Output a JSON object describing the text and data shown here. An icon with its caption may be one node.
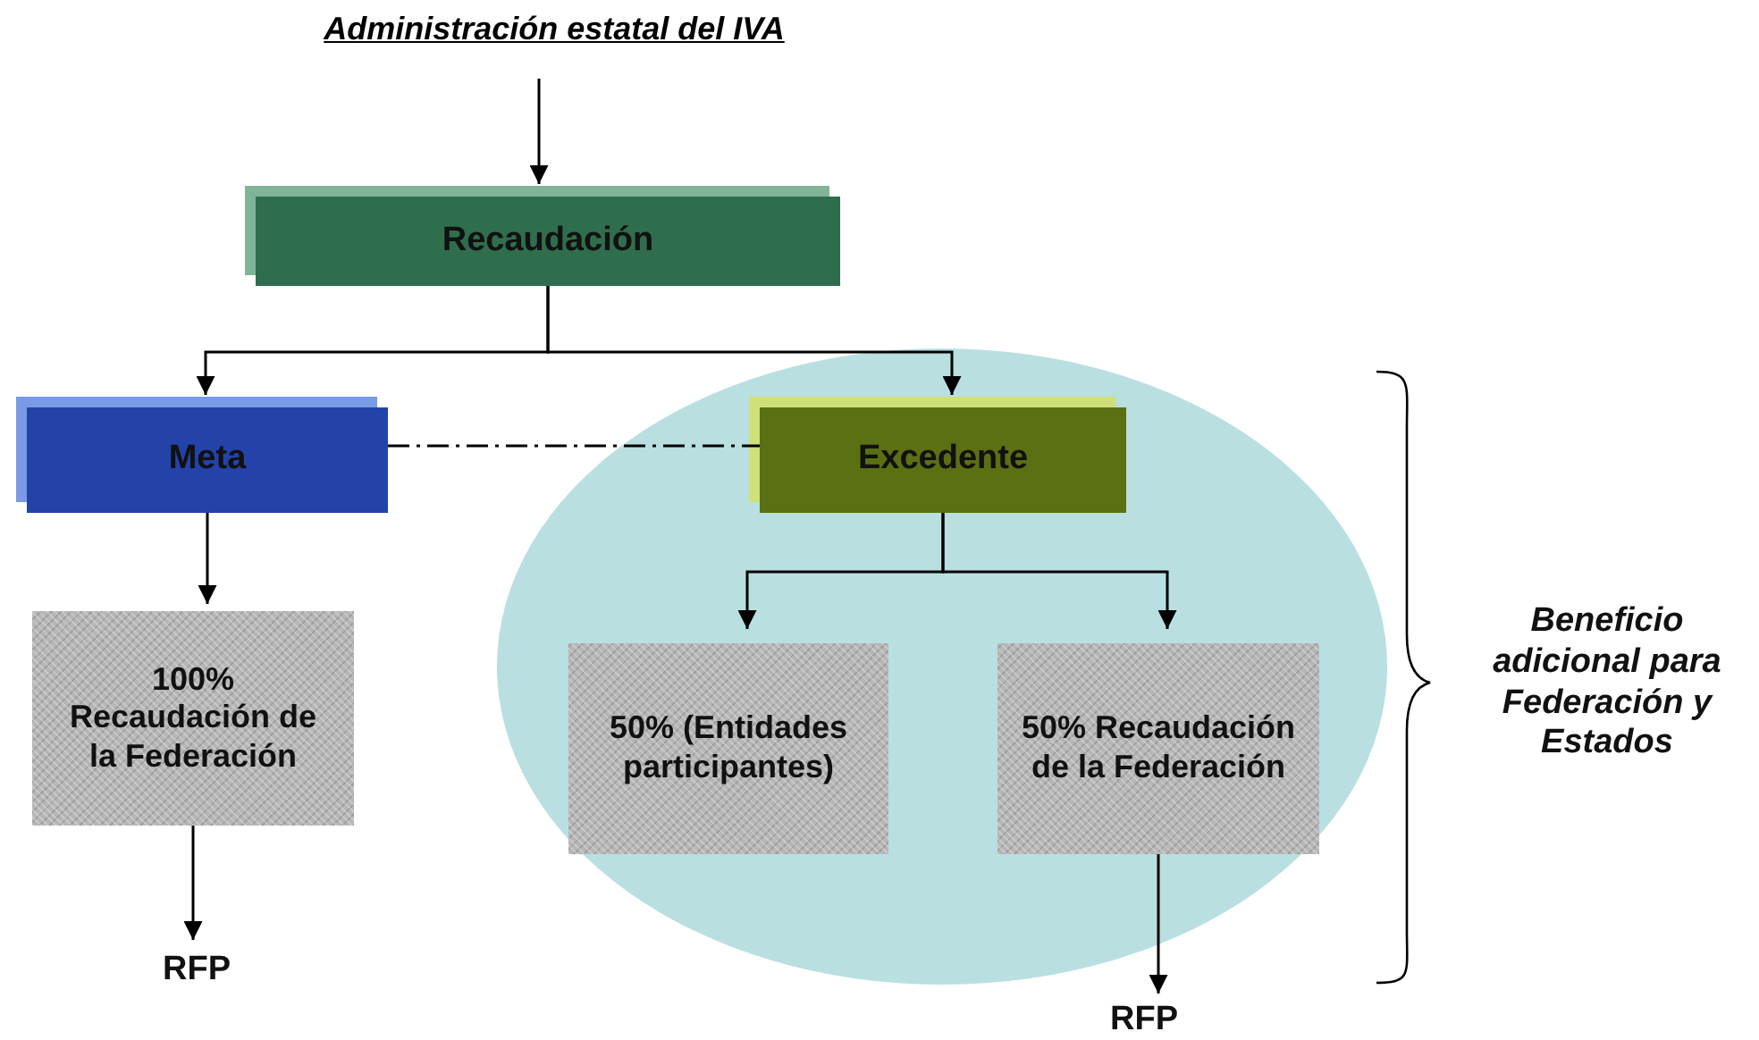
{
  "diagram": {
    "title": "Administración estatal del IVA",
    "nodes": [
      {
        "text": [
          "Recaudación"
        ]
      },
      {
        "text": [
          "Meta"
        ]
      },
      {
        "text": [],
        "shape": "ellipse"
      },
      {
        "text": [
          "Excedente"
        ],
        "in": 2
      },
      {
        "text": [
          "100% Recaudación de la Federación"
        ]
      },
      {
        "text": [
          "50% (Entidades participantes)"
        ],
        "in": 2
      },
      {
        "text": [
          "50% Recaudación de la Federación"
        ],
        "in": 2
      },
      {
        "text": [
          "RFP"
        ]
      },
      {
        "text": [
          "RFP"
        ]
      },
      {
        "text": [
          "Beneficio adicional para Federación y Estados"
        ]
      }
    ],
    "edges": [
      {
        "from": null,
        "to": 0,
        "arrow": "to"
      },
      {
        "from": 0,
        "to": 1,
        "arrow": "to"
      },
      {
        "from": 0,
        "to": 3,
        "arrow": "to"
      },
      {
        "from": 1,
        "to": 3,
        "arrow": "none",
        "style": "dashed"
      },
      {
        "from": 1,
        "to": 4,
        "arrow": "to"
      },
      {
        "from": 4,
        "to": 7,
        "arrow": "to"
      },
      {
        "from": 3,
        "to": 5,
        "arrow": "to"
      },
      {
        "from": 3,
        "to": 6,
        "arrow": "to"
      },
      {
        "from": 6,
        "to": 8,
        "arrow": "to"
      }
    ]
  }
}
